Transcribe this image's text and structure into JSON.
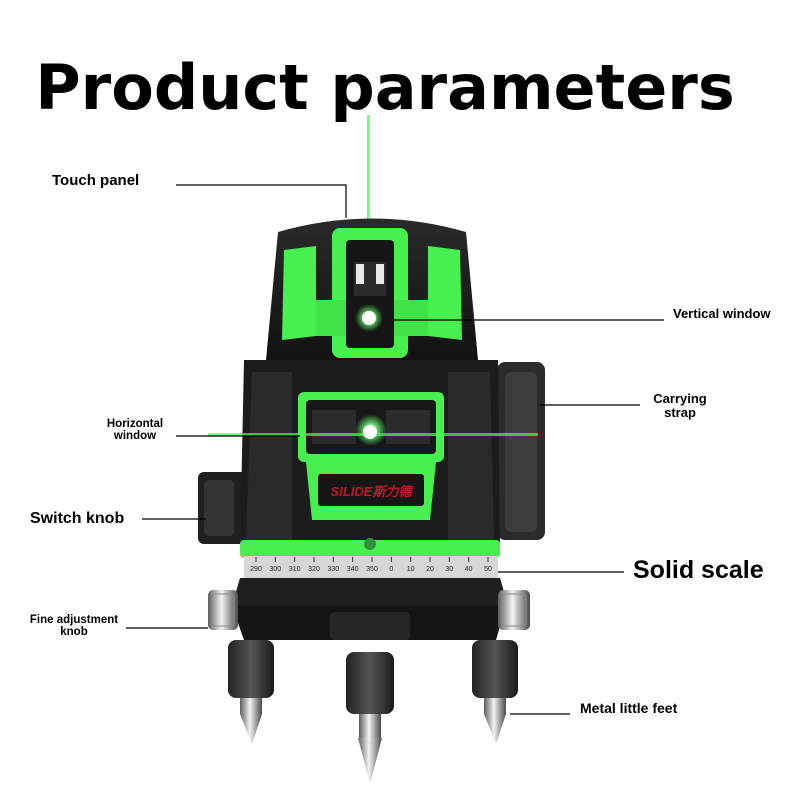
{
  "title": "Product parameters",
  "labels": {
    "touch_panel": "Touch panel",
    "vertical_window": "Vertical window",
    "carrying_strap": "Carrying strap",
    "horizontal_window": "Horizontal window",
    "switch_knob": "Switch knob",
    "solid_scale": "Solid scale",
    "fine_adjustment_knob": "Fine adjustment knob",
    "metal_little_feet": "Metal little feet"
  },
  "product": {
    "brand": "SILIDE斯力德",
    "scale_ticks": [
      "290",
      "300",
      "310",
      "320",
      "330",
      "340",
      "350",
      "0",
      "10",
      "20",
      "30",
      "40",
      "50"
    ]
  },
  "colors": {
    "laser_green": "#4cff5a",
    "body_black": "#1b1b1b",
    "brand_red": "#c8142a"
  }
}
